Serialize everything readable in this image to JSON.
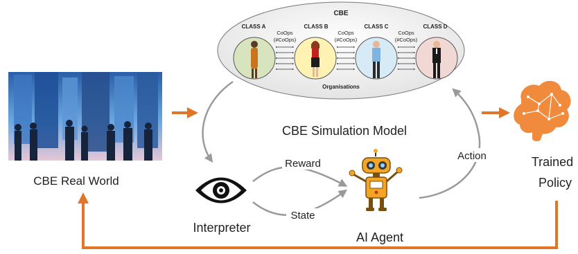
{
  "real_world": {
    "label": "CBE Real World"
  },
  "cbe": {
    "title": "CBE",
    "classes": [
      {
        "label": "CLASS A",
        "color": "#d7e4bd"
      },
      {
        "label": "CLASS B",
        "color": "#fff2b3"
      },
      {
        "label": "CLASS C",
        "color": "#d6ebf5"
      },
      {
        "label": "CLASS D",
        "color": "#f2d8d5"
      }
    ],
    "coops_label": "CoOps",
    "coops_count": "(#CoOps)",
    "organisations": "Organisations"
  },
  "simulation_label": "CBE Simulation Model",
  "interpreter_label": "Interpreter",
  "reward_label": "Reward",
  "state_label": "State",
  "agent_label": "AI Agent",
  "action_label": "Action",
  "policy_label_line1": "Trained",
  "policy_label_line2": "Policy",
  "colors": {
    "orange": "#e0762a",
    "gray_arrow": "#9a9a9a",
    "brain": "#f08a3c"
  }
}
